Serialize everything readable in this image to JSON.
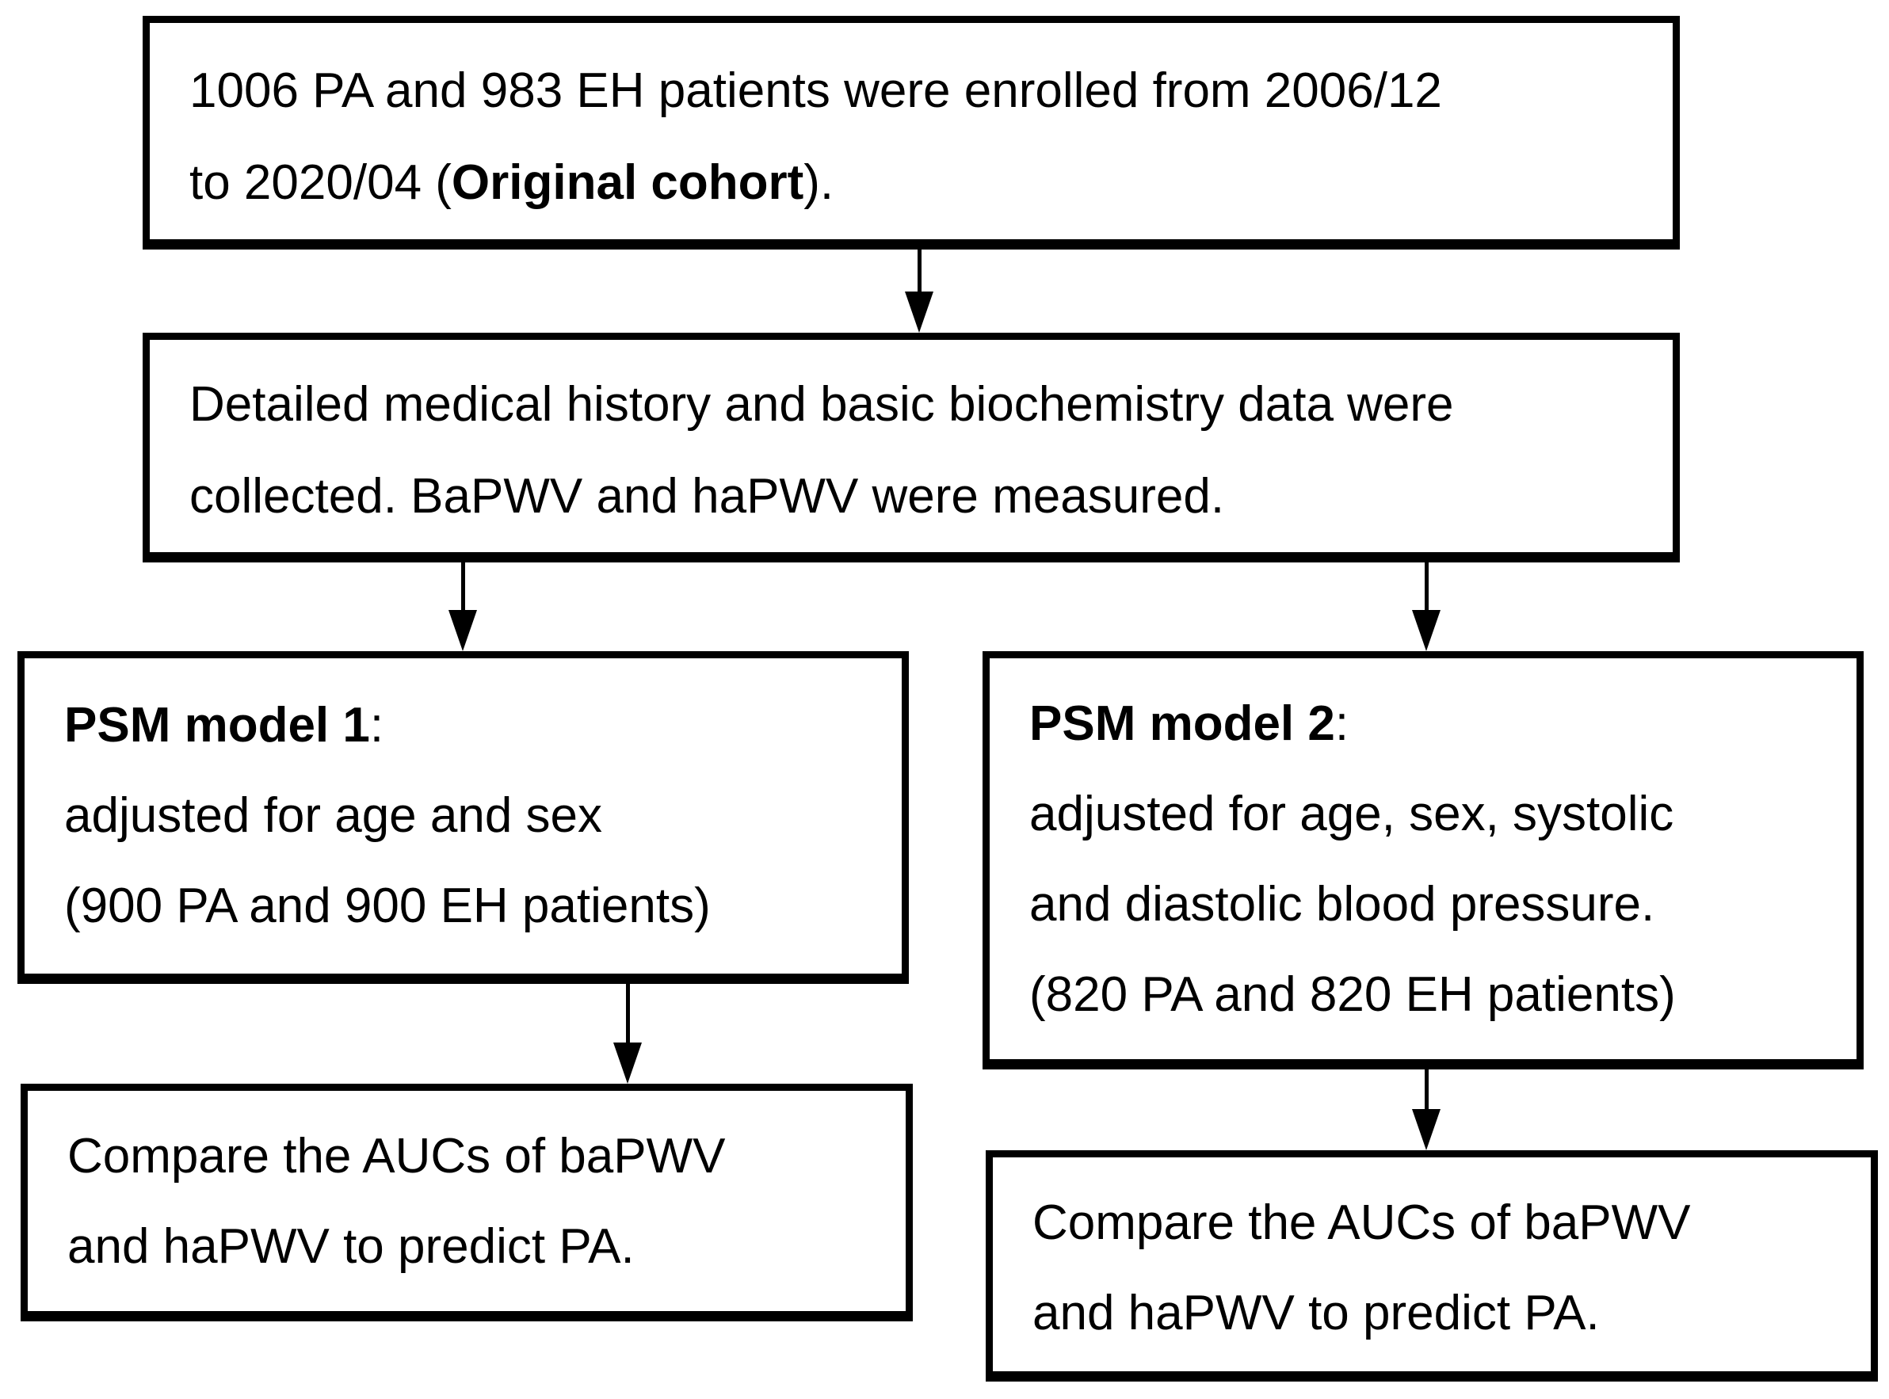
{
  "figure": {
    "background_color": "#ffffff",
    "box_border_color": "#000000",
    "text_color": "#000000"
  },
  "boxes": {
    "original_cohort": {
      "line1": "1006 PA and 983 EH patients were enrolled from 2006/12",
      "line2_prefix": "to 2020/04 (",
      "line2_bold": "Original cohort",
      "line2_suffix": ")."
    },
    "data_collection": {
      "line1": "Detailed medical history and basic biochemistry data were",
      "line2": "collected. BaPWV and haPWV were measured."
    },
    "psm_model_1": {
      "title_bold": "PSM model 1",
      "title_suffix": ":",
      "line2": "adjusted for age and sex",
      "line3": "(900 PA and 900 EH patients)"
    },
    "psm_model_2": {
      "title_bold": "PSM model 2",
      "title_suffix": ":",
      "line2": "adjusted for age, sex, systolic",
      "line3": "and diastolic blood pressure.",
      "line4": "(820 PA and 820 EH patients)"
    },
    "compare_left": {
      "line1": "Compare the AUCs of baPWV",
      "line2": "and haPWV to predict PA."
    },
    "compare_right": {
      "line1": "Compare the AUCs of baPWV",
      "line2": "and haPWV to predict PA."
    }
  },
  "connections": [
    {
      "from": "original_cohort",
      "to": "data_collection"
    },
    {
      "from": "data_collection",
      "to": "psm_model_1"
    },
    {
      "from": "data_collection",
      "to": "psm_model_2"
    },
    {
      "from": "psm_model_1",
      "to": "compare_left"
    },
    {
      "from": "psm_model_2",
      "to": "compare_right"
    }
  ]
}
